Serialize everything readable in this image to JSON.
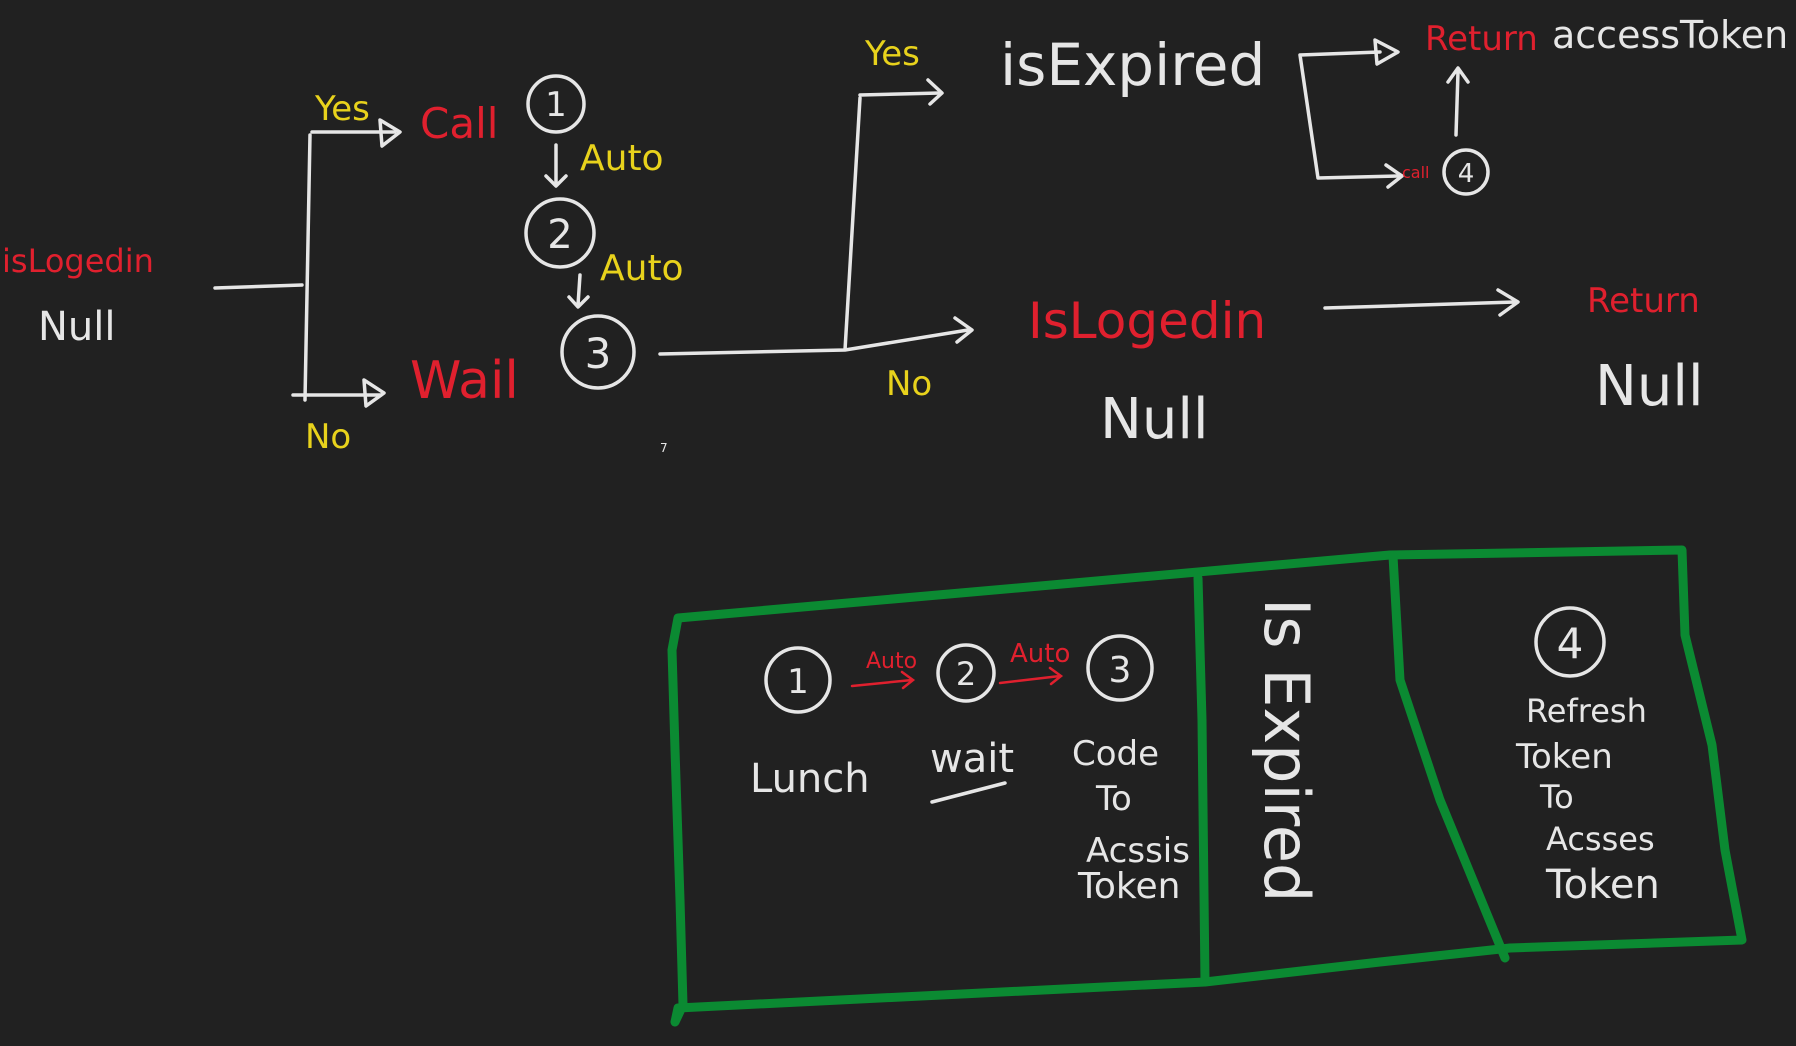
{
  "colors": {
    "background": "#212121",
    "ink": "#e6e6e6",
    "red": "#e0202e",
    "yellow": "#e8d21c",
    "green": "#0b8a32"
  },
  "flow": {
    "start_condition": "isLogedin",
    "start_value": "Null",
    "yes": "Yes",
    "no": "No",
    "call": "Call",
    "wait": "Wail",
    "auto": "Auto",
    "step1": "1",
    "step2": "2",
    "step3": "3",
    "step4": "4",
    "step_yes": "Yes",
    "step_no": "No",
    "is_expired": "isExpired",
    "return_access": "Return",
    "access_token": "accessToken",
    "call_small": "call",
    "islogedin2": "IsLogedin",
    "null2": "Null",
    "return2": "Return",
    "null3": "Null",
    "stray_mark": "7"
  },
  "table": {
    "num1": "1",
    "auto1": "Auto",
    "num2": "2",
    "auto2": "Auto",
    "num3": "3",
    "lunch": "Lunch",
    "wait": "wait",
    "code_lines": [
      "Code",
      "To",
      "Acssis",
      "Token"
    ],
    "expired": "Is Expired",
    "num4": "4",
    "refresh_lines": [
      "Refresh",
      "Token",
      "To",
      "Acsses",
      "Token"
    ]
  }
}
